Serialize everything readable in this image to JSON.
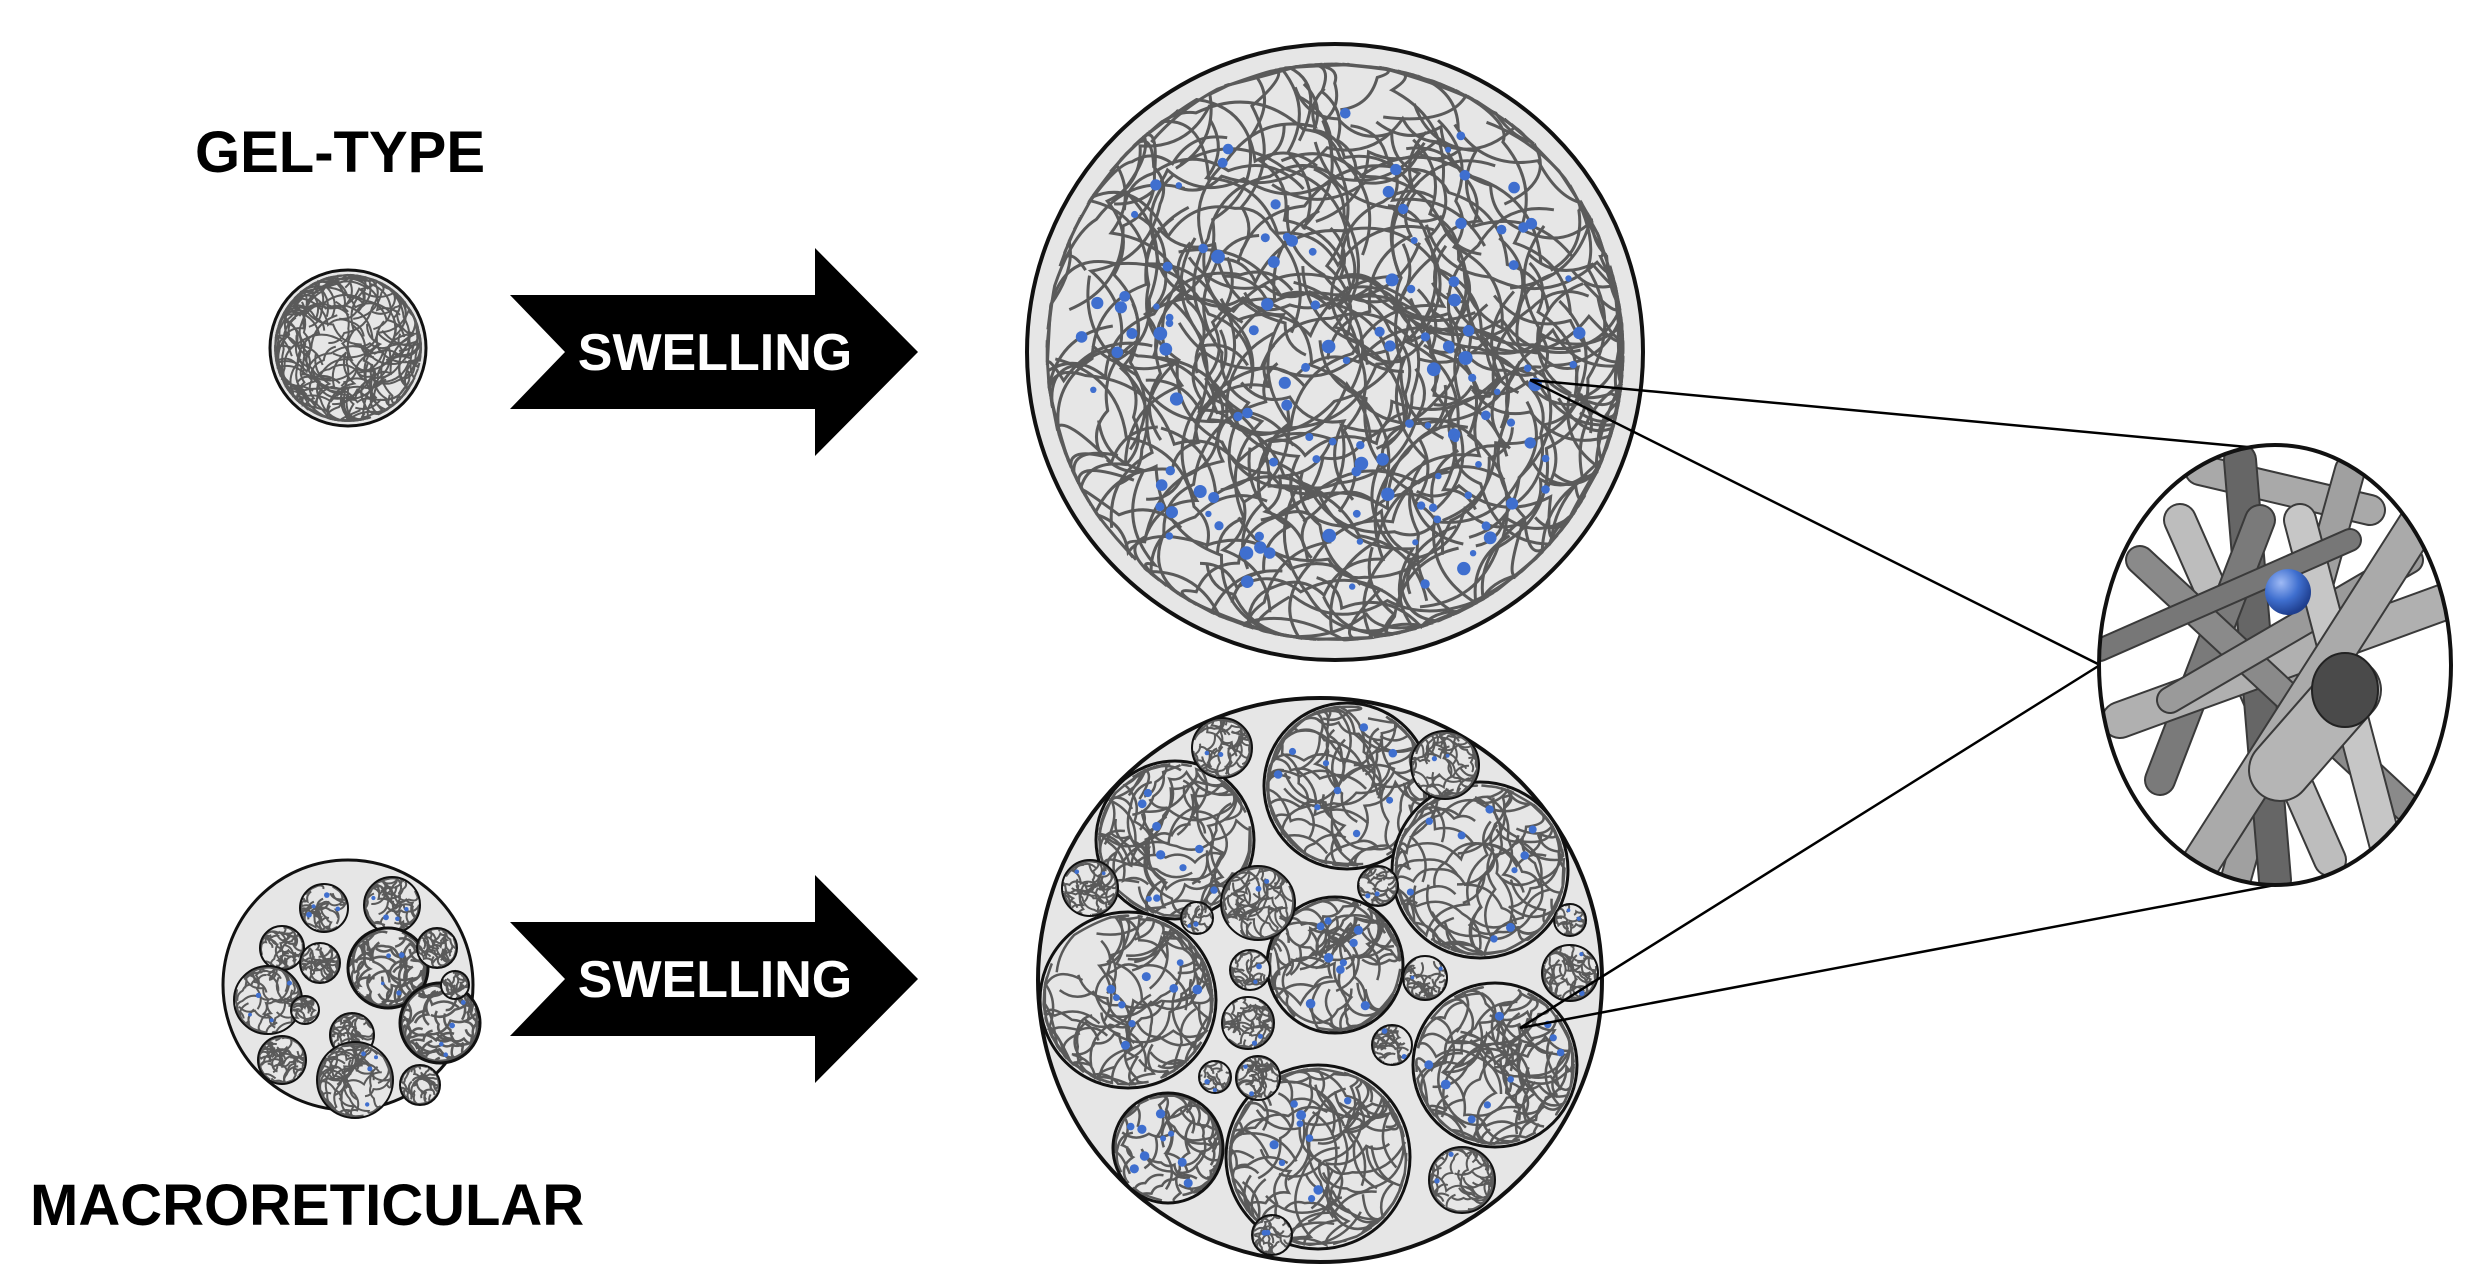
{
  "labels": {
    "gel_type": "GEL-TYPE",
    "macroreticular": "MACRORETICULAR"
  },
  "arrows": {
    "top": "SWELLING",
    "bottom": "SWELLING"
  },
  "colors": {
    "bead_fill": "#e6e6e6",
    "fiber": "#5a5a5a",
    "particle": "#3f6fcf",
    "outline": "#111111",
    "arrow": "#000000"
  }
}
